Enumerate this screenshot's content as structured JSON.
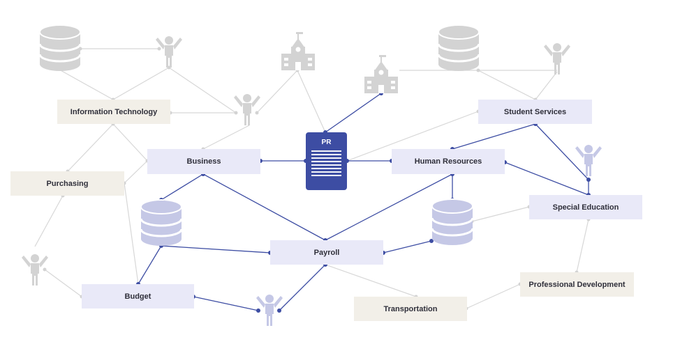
{
  "diagram": {
    "center": {
      "label": "PR"
    },
    "nodes": {
      "information_technology": "Information Technology",
      "student_services": "Student Services",
      "business": "Business",
      "human_resources": "Human Resources",
      "purchasing": "Purchasing",
      "special_education": "Special Education",
      "payroll": "Payroll",
      "professional_development": "Professional Development",
      "budget": "Budget",
      "transportation": "Transportation"
    },
    "colors": {
      "primary": "#3d4da3",
      "primary_light": "#c5c8e6",
      "muted_gray": "#d3d3d3",
      "node_lavender": "#e9e9f8",
      "node_beige": "#f2efe8"
    }
  }
}
